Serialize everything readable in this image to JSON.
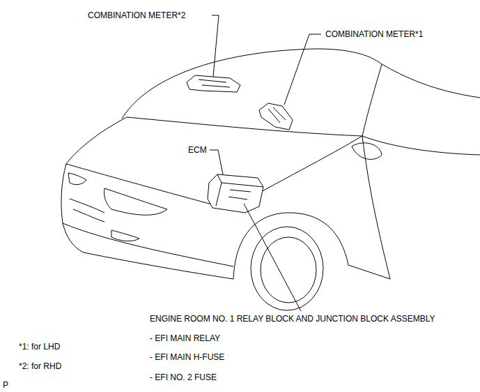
{
  "diagram": {
    "labels": [
      "COMBINATION METER*2",
      "COMBINATION METER*1",
      "ECM",
      "ENGINE ROOM NO. 1 RELAY BLOCK AND JUNCTION BLOCK ASSEMBLY",
      "- EFI MAIN RELAY",
      "- EFI MAIN H-FUSE",
      "- EFI NO. 2 FUSE",
      "*1: for LHD",
      "*2: for RHD",
      "P"
    ]
  }
}
